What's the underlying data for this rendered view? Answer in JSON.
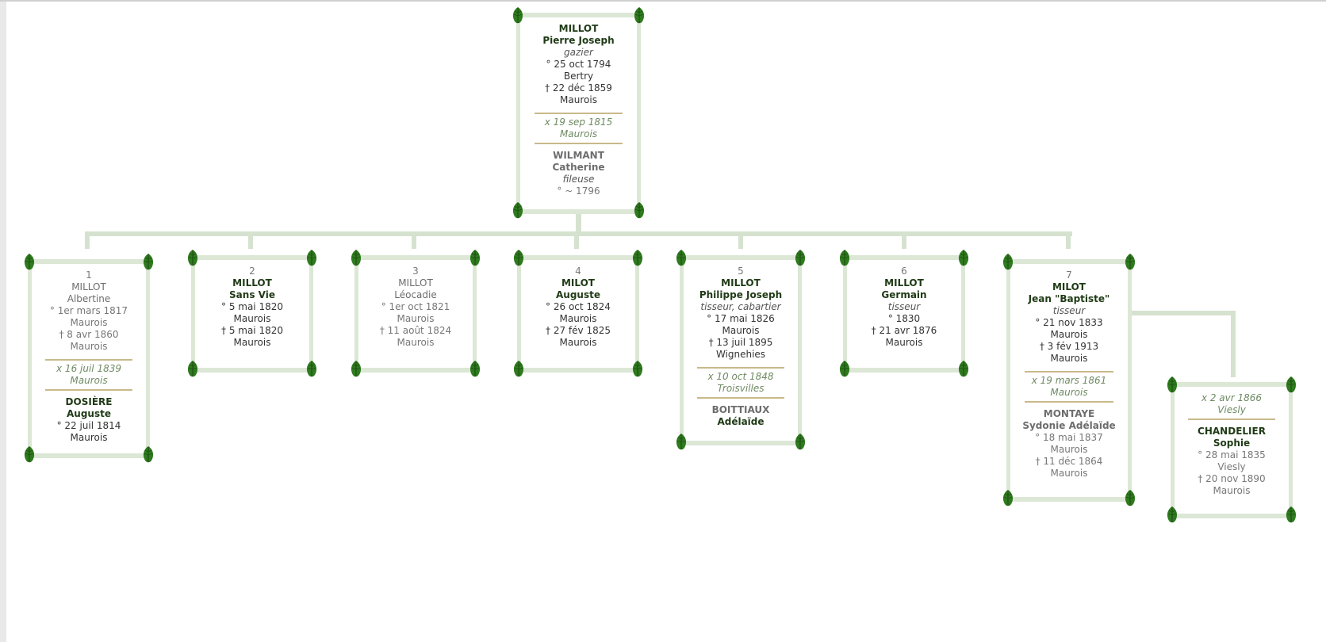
{
  "root": {
    "surname": "MILLOT",
    "given": "Pierre Joseph",
    "occupation": "gazier",
    "birth_date": "° 25 oct 1794",
    "birth_place": "Bertry",
    "death_date": "† 22 déc 1859",
    "death_place": "Maurois",
    "marriage": {
      "date": "x 19 sep 1815",
      "place": "Maurois"
    },
    "spouse": {
      "surname": "WILMANT",
      "given": "Catherine",
      "occupation": "fileuse",
      "birth_date": "° ~ 1796"
    }
  },
  "children": [
    {
      "number": "1",
      "surname": "MILLOT",
      "given": "Albertine",
      "occupation": "",
      "birth_date": "° 1er mars 1817",
      "birth_place": "Maurois",
      "death_date": "† 8 avr 1860",
      "death_place": "Maurois",
      "dim": true,
      "marriage": {
        "date": "x 16 juil 1839",
        "place": "Maurois"
      },
      "spouse": {
        "surname": "DOSIÈRE",
        "given": "Auguste",
        "occupation": "",
        "birth_date": "° 22 juil 1814",
        "birth_place": "Maurois",
        "death_date": "",
        "death_place": ""
      }
    },
    {
      "number": "2",
      "surname": "MILLOT",
      "given": "Sans Vie",
      "occupation": "",
      "birth_date": "° 5 mai 1820",
      "birth_place": "Maurois",
      "death_date": "† 5 mai 1820",
      "death_place": "Maurois",
      "dim": false
    },
    {
      "number": "3",
      "surname": "MILLOT",
      "given": "Léocadie",
      "occupation": "",
      "birth_date": "° 1er oct 1821",
      "birth_place": "Maurois",
      "death_date": "† 11 août 1824",
      "death_place": "Maurois",
      "dim": true
    },
    {
      "number": "4",
      "surname": "MILOT",
      "given": "Auguste",
      "occupation": "",
      "birth_date": "° 26 oct 1824",
      "birth_place": "Maurois",
      "death_date": "† 27 fév 1825",
      "death_place": "Maurois",
      "dim": false
    },
    {
      "number": "5",
      "surname": "MILLOT",
      "given": "Philippe Joseph",
      "occupation": "tisseur, cabartier",
      "birth_date": "° 17 mai 1826",
      "birth_place": "Maurois",
      "death_date": "† 13 juil 1895",
      "death_place": "Wignehies",
      "dim": false,
      "marriage": {
        "date": "x 10 oct 1848",
        "place": "Troisvilles"
      },
      "spouse": {
        "surname": "BOITTIAUX",
        "given": "Adélaïde",
        "occupation": "",
        "birth_date": "",
        "birth_place": "",
        "death_date": "",
        "death_place": ""
      }
    },
    {
      "number": "6",
      "surname": "MILLOT",
      "given": "Germain",
      "occupation": "tisseur",
      "birth_date": "° 1830",
      "birth_place": "",
      "death_date": "† 21 avr 1876",
      "death_place": "Maurois",
      "dim": false
    },
    {
      "number": "7",
      "surname": "MILOT",
      "given": "Jean \"Baptiste\"",
      "occupation": "tisseur",
      "birth_date": "° 21 nov 1833",
      "birth_place": "Maurois",
      "death_date": "† 3 fév 1913",
      "death_place": "Maurois",
      "dim": false,
      "marriage": {
        "date": "x 19 mars 1861",
        "place": "Maurois"
      },
      "spouse": {
        "surname": "MONTAYE",
        "given": "Sydonie Adélaïde",
        "occupation": "",
        "birth_date": "° 18 mai 1837",
        "birth_place": "Maurois",
        "death_date": "† 11 déc 1864",
        "death_place": "Maurois"
      },
      "second_marriage": {
        "date": "x 2 avr 1866",
        "place": "Viesly",
        "spouse": {
          "surname": "CHANDELIER",
          "given": "Sophie",
          "occupation": "",
          "birth_date": "° 28 mai 1835",
          "birth_place": "Viesly",
          "death_date": "† 20 nov 1890",
          "death_place": "Maurois"
        }
      }
    }
  ],
  "colors": {
    "frame": "#dce7d6",
    "connector": "#d5e2cf",
    "separator": "#c9b98a",
    "name_dark": "#1f3a15",
    "marriage_green": "#6f8a63",
    "leaf_green": "#2f7a1f"
  },
  "icons": {
    "corner": "leaf-ornament-icon"
  }
}
